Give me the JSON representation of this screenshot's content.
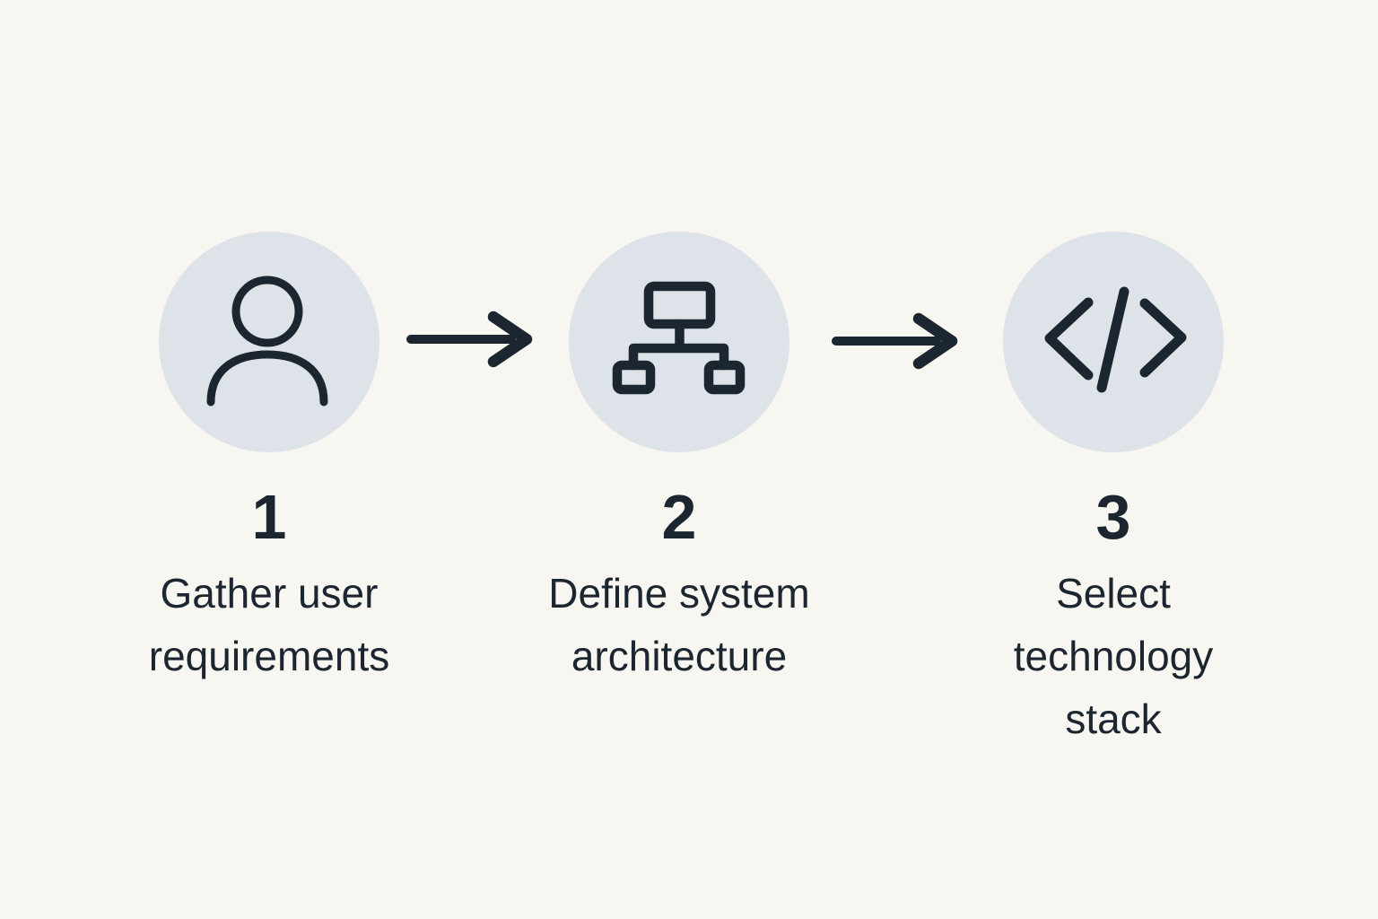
{
  "diagram": {
    "steps": [
      {
        "number": "1",
        "label": "Gather user\nrequirements",
        "icon": "user-icon"
      },
      {
        "number": "2",
        "label": "Define system\narchitecture",
        "icon": "sitemap-icon"
      },
      {
        "number": "3",
        "label": "Select\ntechnology\nstack",
        "icon": "code-icon"
      }
    ],
    "colors": {
      "background": "#f8f6f0",
      "circle": "#dde3e9",
      "ink": "#1c2630"
    }
  }
}
